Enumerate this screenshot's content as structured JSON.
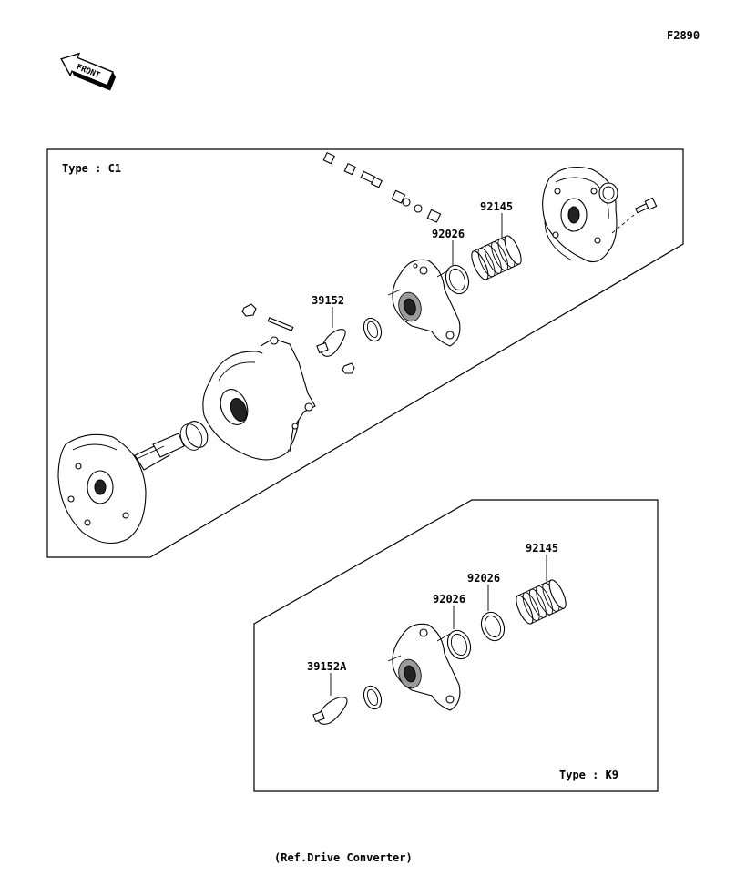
{
  "figure_code": "F2890",
  "front_badge": "FRONT",
  "caption": "(Ref.Drive Converter)",
  "panel_c1": {
    "type_label": "Type : C1",
    "callouts": [
      "92145",
      "92026",
      "39152"
    ]
  },
  "panel_k9": {
    "type_label": "Type : K9",
    "callouts": [
      "92145",
      "92026",
      "92026",
      "39152A"
    ]
  }
}
